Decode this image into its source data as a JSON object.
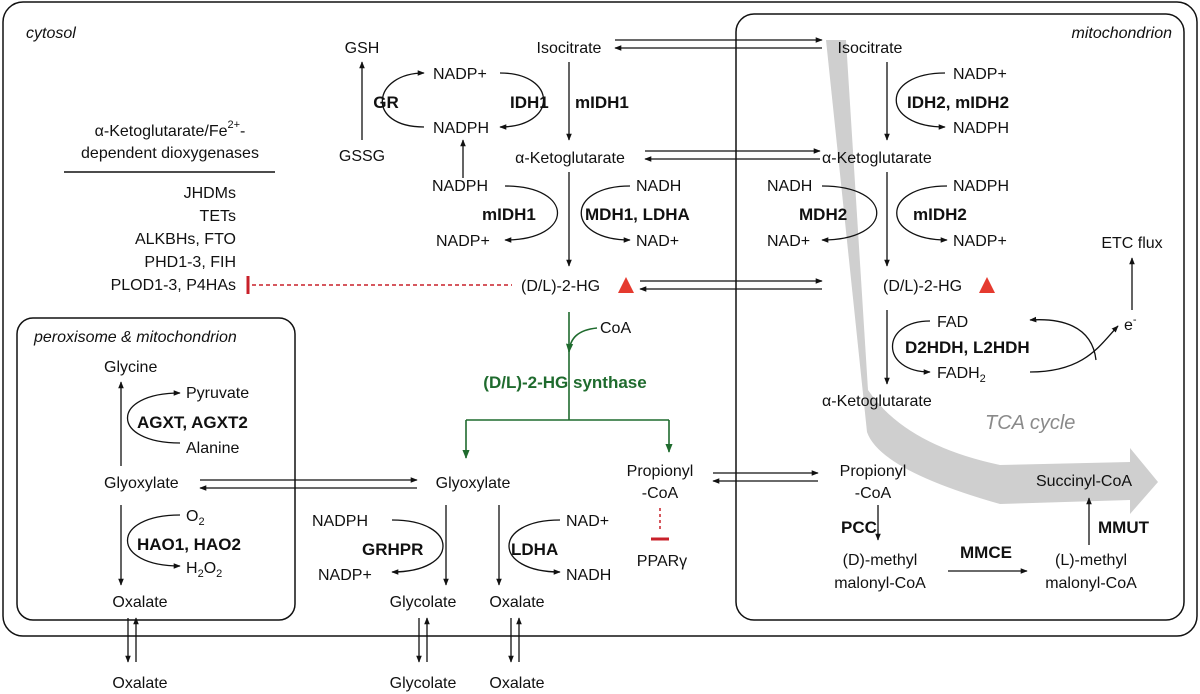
{
  "compartments": {
    "cytosol": "cytosol",
    "mitochondrion": "mitochondrion",
    "peroxisome": "peroxisome & mitochondrion"
  },
  "dioxygenases": {
    "title_line1": "α-Ketoglutarate/Fe",
    "title_sup": "2+",
    "title_dash": "-",
    "title_line2": "dependent dioxygenases",
    "items": [
      "JHDMs",
      "TETs",
      "ALKBHs, FTO",
      "PHD1-3, FIH",
      "PLOD1-3, P4HAs"
    ]
  },
  "cytosol": {
    "gsh": "GSH",
    "gssg": "GSSG",
    "gr": "GR",
    "nadp_plus_top": "NADP+",
    "nadph_top": "NADPH",
    "isocitrate": "Isocitrate",
    "idh1": "IDH1",
    "midh1_top": "mIDH1",
    "akg": "α-Ketoglutarate",
    "nadph_mid": "NADPH",
    "nadp_plus_mid": "NADP+",
    "nadh": "NADH",
    "nad_plus": "NAD+",
    "midh1_bottom": "mIDH1",
    "mdh1_ldha": "MDH1, LDHA",
    "hg": "(D/L)-2-HG",
    "coa": "CoA",
    "synthase": "(D/L)-2-HG synthase",
    "glyoxylate": "Glyoxylate",
    "propionyl_line1": "Propionyl",
    "propionyl_line2": "-CoA",
    "ppar": "PPARγ",
    "nadph_grhpr": "NADPH",
    "nadp_grhpr": "NADP+",
    "grhpr": "GRHPR",
    "glycolate": "Glycolate",
    "nad_plus_ldha": "NAD+",
    "nadh_ldha": "NADH",
    "ldha": "LDHA",
    "oxalate": "Oxalate"
  },
  "peroxisome": {
    "glycine": "Glycine",
    "pyruvate": "Pyruvate",
    "agxt": "AGXT, AGXT2",
    "alanine": "Alanine",
    "glyoxylate": "Glyoxylate",
    "o2": "O",
    "o2_sub": "2",
    "hao": "HAO1, HAO2",
    "h2o2_a": "H",
    "h2o2_sub1": "2",
    "h2o2_b": "O",
    "h2o2_sub2": "2",
    "oxalate": "Oxalate"
  },
  "mito": {
    "isocitrate": "Isocitrate",
    "nadp_plus_top": "NADP+",
    "idh2": "IDH2, mIDH2",
    "nadph_top": "NADPH",
    "akg": "α-Ketoglutarate",
    "nadh": "NADH",
    "nad_plus": "NAD+",
    "mdh2": "MDH2",
    "nadph_mid": "NADPH",
    "nadp_plus_mid": "NADP+",
    "midh2": "mIDH2",
    "hg": "(D/L)-2-HG",
    "etc": "ETC flux",
    "fad": "FAD",
    "electron": "e",
    "electron_sup": "-",
    "d2hdh": "D2HDH, L2HDH",
    "fadh2": "FADH",
    "fadh2_sub": "2",
    "akg2": "α-Ketoglutarate",
    "tca": "TCA cycle",
    "succinyl": "Succinyl-CoA",
    "propionyl_line1": "Propionyl",
    "propionyl_line2": "-CoA",
    "pcc": "PCC",
    "mmut": "MMUT",
    "mmce": "MMCE",
    "dmethyl_line1": "(D)-methyl",
    "dmethyl_line2": "malonyl-CoA",
    "lmethyl_line1": "(L)-methyl",
    "lmethyl_line2": "malonyl-CoA"
  },
  "outside": {
    "oxalate_left": "Oxalate",
    "glycolate": "Glycolate",
    "oxalate_right": "Oxalate"
  },
  "colors": {
    "synthase_green": "#1f6b2e",
    "inhibition_red": "#c8202a",
    "increase_triangle": "#e53a2f",
    "tca_arrow_gray": "#cfcfcf"
  }
}
